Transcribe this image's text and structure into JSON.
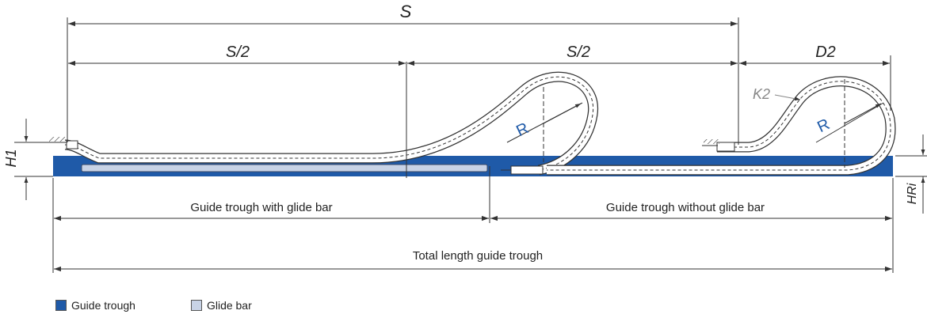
{
  "dimensions": {
    "s_label": "S",
    "s_half_left_label": "S/2",
    "s_half_right_label": "S/2",
    "d2_label": "D2",
    "h1_label": "H1",
    "hri_label": "HRi",
    "k2_label": "K2",
    "r_left_label": "R",
    "r_right_label": "R"
  },
  "sections": {
    "with_glide_bar": "Guide trough with glide bar",
    "without_glide_bar": "Guide trough without glide bar",
    "total_length": "Total length guide trough"
  },
  "legend": [
    {
      "label": "Guide trough",
      "color": "#1f5aa8"
    },
    {
      "label": "Glide bar",
      "color": "#c8d3e6"
    }
  ],
  "colors": {
    "trough": "#1f5aa8",
    "glide_bar": "#c8d3e6",
    "line": "#333333",
    "label_blue": "#1f5aa8",
    "k2_grey": "#888888"
  }
}
